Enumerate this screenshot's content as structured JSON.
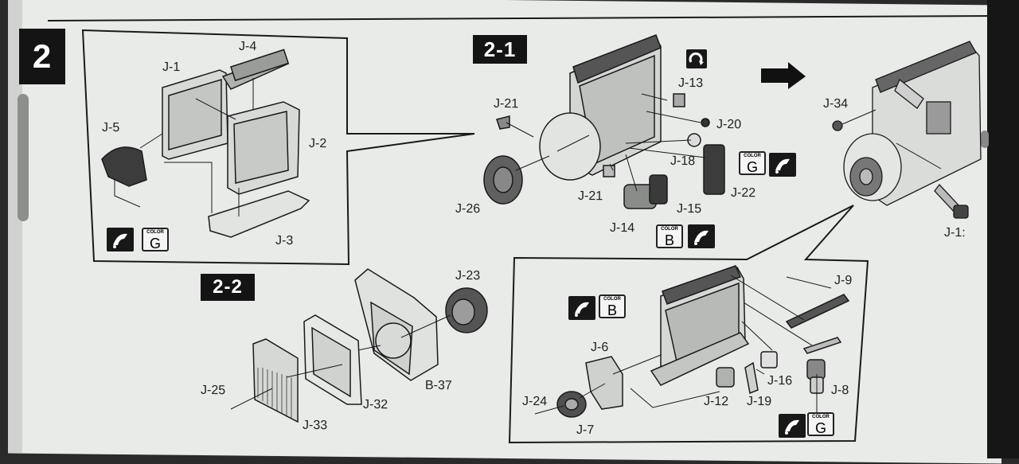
{
  "steps": {
    "main": "2",
    "sub1": "2-1",
    "sub2": "2-2"
  },
  "parts": {
    "j1": "J-1",
    "j2": "J-2",
    "j3": "J-3",
    "j4": "J-4",
    "j5": "J-5",
    "j6": "J-6",
    "j7": "J-7",
    "j8": "J-8",
    "j9": "J-9",
    "j12": "J-12",
    "j13": "J-13",
    "j14": "J-14",
    "j15": "J-15",
    "j16": "J-16",
    "j17": "J-1:",
    "j18": "J-18",
    "j19": "J-19",
    "j20": "J-20",
    "j21a": "J-21",
    "j21b": "J-21",
    "j22": "J-22",
    "j23": "J-23",
    "j24": "J-24",
    "j25": "J-25",
    "j26": "J-26",
    "j32": "J-32",
    "j33": "J-33",
    "j34": "J-34",
    "b37": "B-37"
  },
  "color_codes": {
    "color_word": "COLOR",
    "box1": "G",
    "box2": "G",
    "box3": "B",
    "box4": "B",
    "box5": "G"
  },
  "icons": {
    "glue": "glue-applicator-icon",
    "rotate": "rotate-icon",
    "next": "arrow-right-icon"
  },
  "colors": {
    "paper": "#e9ebe9",
    "ink": "#141414",
    "part_fill": "#cfd1cf",
    "part_dark": "#555555"
  }
}
